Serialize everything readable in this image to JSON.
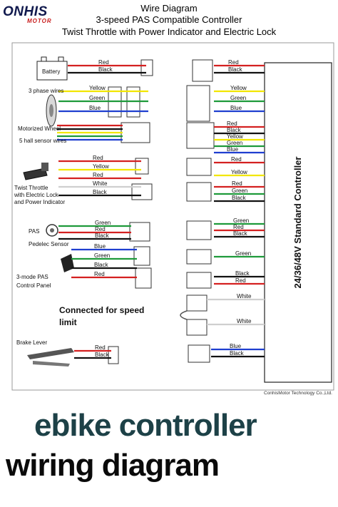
{
  "logo": {
    "brand": "ONHIS",
    "sub": "MOTOR"
  },
  "header": {
    "line1": "Wire Diagram",
    "line2": "3-speed PAS Compatible Controller",
    "line3": "Twist Throttle with Power Indicator and Electric Lock"
  },
  "components": {
    "battery": "Battery",
    "phase": "3 phase wires",
    "wheel": "Motorized Wheel",
    "hall": "5 hall sensor wires",
    "throttle1": "Twist Throttle",
    "throttle2": "with Electric Lock",
    "throttle3": "and Power Indicator",
    "pas": "PAS",
    "pedelec": "Pedelec Sensor",
    "panel1": "3-mode PAS",
    "panel2": "Control Panel",
    "speed1": "Connected for speed",
    "speed2": "limit",
    "brake": "Brake Lever"
  },
  "controller": {
    "label": "24/36/48V Standard Controller"
  },
  "wire_labels": {
    "battery_left": [
      "Red",
      "Black"
    ],
    "phase_left": [
      "Yellow",
      "Green",
      "Blue"
    ],
    "throttle_left": [
      "Red",
      "Yellow",
      "Red",
      "White",
      "Black"
    ],
    "pas_left": [
      "Green",
      "Red",
      "Black"
    ],
    "panel_left": [
      "Blue",
      "Green",
      "Black",
      "Red"
    ],
    "brake_left": [
      "Red",
      "Black"
    ],
    "battery_right": [
      "Red",
      "Black"
    ],
    "phase_right": [
      "Yellow",
      "Green",
      "Blue"
    ],
    "hall_right": [
      "Red",
      "Black",
      "Yellow",
      "Green",
      "Blue"
    ],
    "throttle_right_a": [
      "Red",
      "Yellow"
    ],
    "throttle_right_b": [
      "Red",
      "Green",
      "Black"
    ],
    "pas_right": [
      "Green",
      "Red",
      "Black"
    ],
    "panel_right_a": [
      "Green"
    ],
    "panel_right_b": [
      "Black",
      "Red"
    ],
    "speed_right": [
      "White",
      "White"
    ],
    "brake_right": [
      "Blue",
      "Black"
    ]
  },
  "colors": {
    "Red": "#d42020",
    "Black": "#111111",
    "Yellow": "#f2e600",
    "Green": "#1e9a3a",
    "Blue": "#1f3fd0",
    "White": "#cfcfcf"
  },
  "footer": {
    "copyright": "ConhisMotor Technology Co.,Ltd."
  },
  "banner": {
    "line1": "ebike controller",
    "line2": "wiring diagram"
  }
}
